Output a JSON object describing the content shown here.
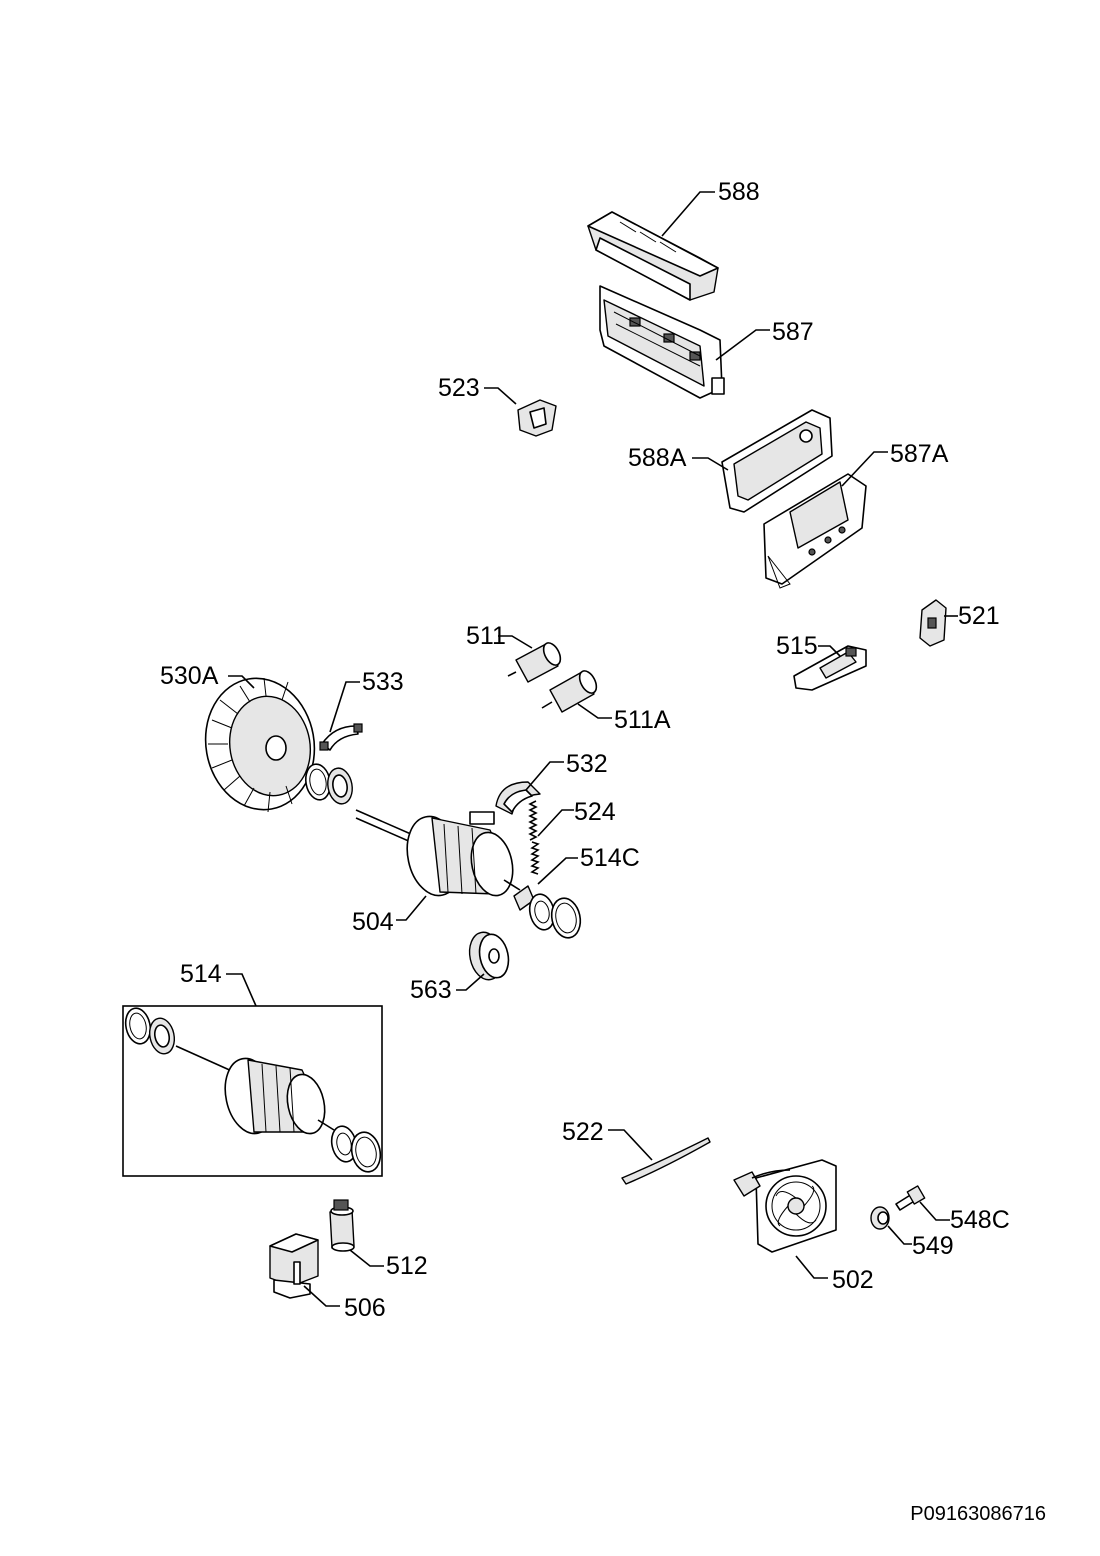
{
  "labels": {
    "p588": "588",
    "p587": "587",
    "p523": "523",
    "p588a": "588A",
    "p587a": "587A",
    "p521": "521",
    "p515": "515",
    "p511": "511",
    "p511a": "511A",
    "p530a": "530A",
    "p533": "533",
    "p532": "532",
    "p524": "524",
    "p514c": "514C",
    "p504": "504",
    "p563": "563",
    "p514": "514",
    "p522": "522",
    "p548c": "548C",
    "p549": "549",
    "p502": "502",
    "p512": "512",
    "p506": "506"
  },
  "diagram_code": "P09163086716"
}
